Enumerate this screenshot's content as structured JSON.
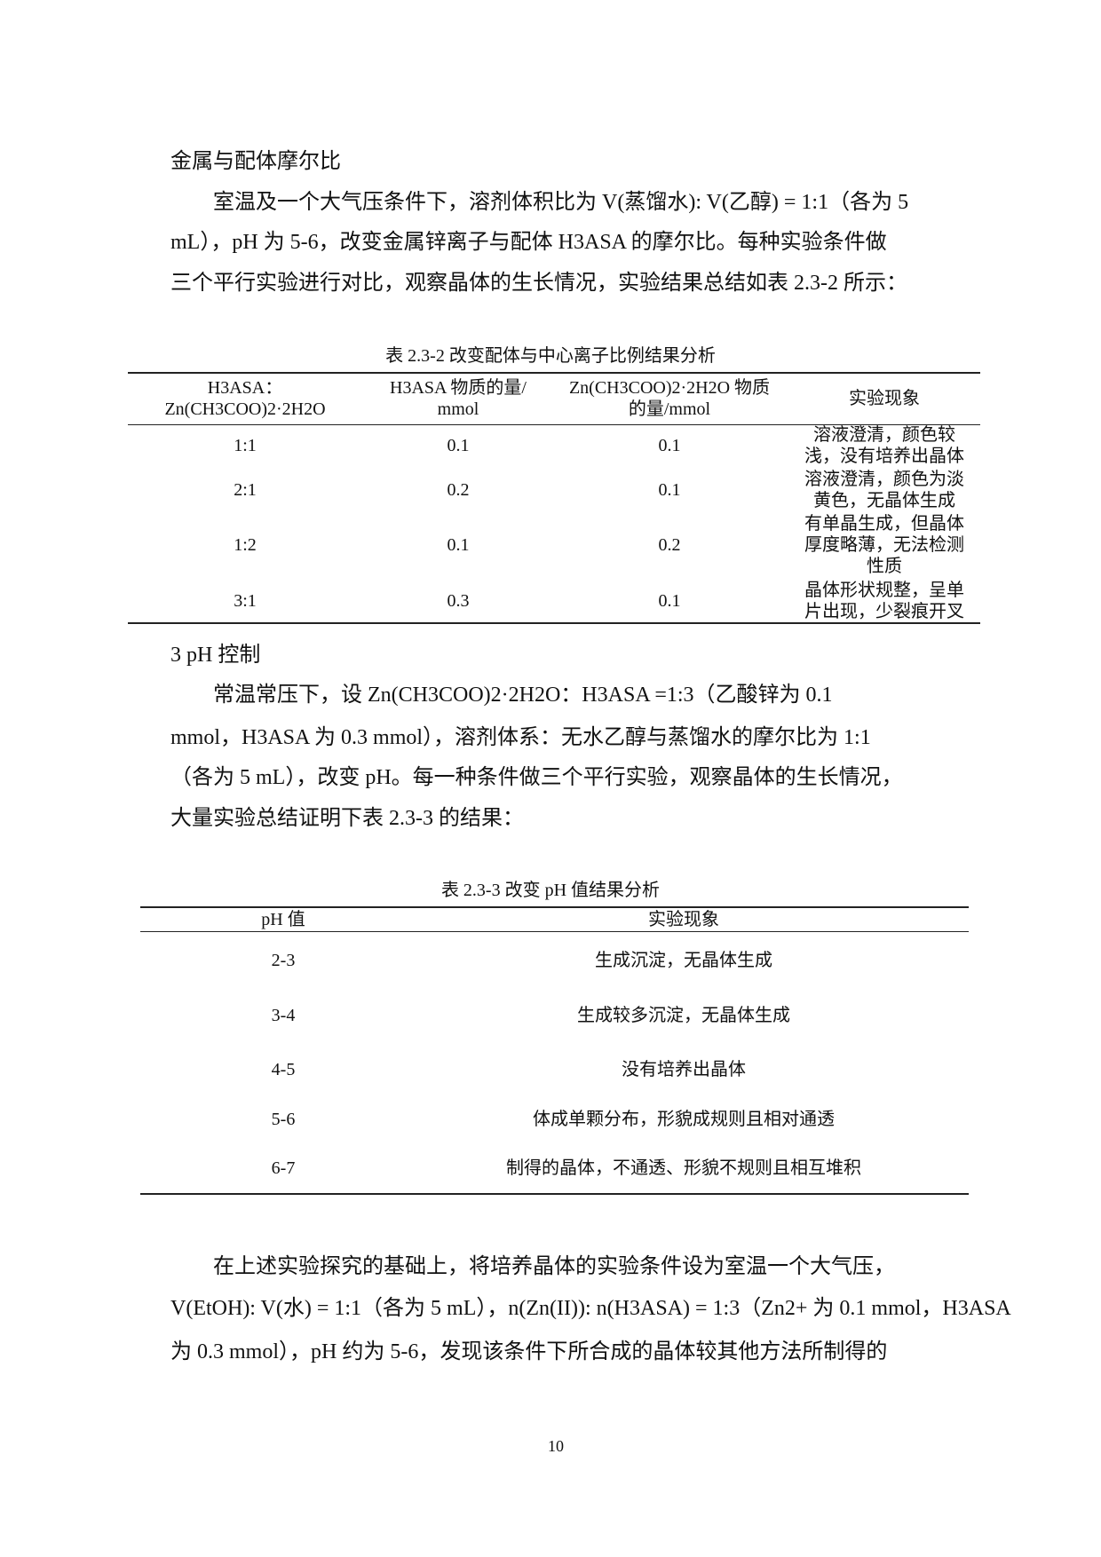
{
  "section_heading": "金属与配体摩尔比",
  "para1": [
    "室温及一个大气压条件下，溶剂体积比为 V(蒸馏水): V(乙醇) = 1:1（各为 5",
    "mL），pH 为 5-6，改变金属锌离子与配体 H3ASA 的摩尔比。每种实验条件做",
    "三个平行实验进行对比，观察晶体的生长情况，实验结果总结如表 2.3-2 所示："
  ],
  "table1": {
    "caption": "表 2.3-2 改变配体与中心离子比例结果分析",
    "headers": [
      [
        "H3ASA：",
        "Zn(CH3COO)2·2H2O"
      ],
      [
        "H3ASA 物质的量/",
        "mmol"
      ],
      [
        "Zn(CH3COO)2·2H2O 物质",
        "的量/mmol"
      ],
      [
        "实验现象"
      ]
    ],
    "rows": [
      {
        "ratio": "1:1",
        "h3asa": "0.1",
        "zn": "0.1",
        "result": [
          "溶液澄清，颜色较",
          "浅，没有培养出晶体"
        ]
      },
      {
        "ratio": "2:1",
        "h3asa": "0.2",
        "zn": "0.1",
        "result": [
          "溶液澄清，颜色为淡",
          "黄色，无晶体生成"
        ]
      },
      {
        "ratio": "1:2",
        "h3asa": "0.1",
        "zn": "0.2",
        "result": [
          "有单晶生成，但晶体",
          "厚度略薄，无法检测",
          "性质"
        ]
      },
      {
        "ratio": "3:1",
        "h3asa": "0.3",
        "zn": "0.1",
        "result": [
          "晶体形状规整，呈单",
          "片出现，少裂痕开叉"
        ]
      }
    ]
  },
  "section3_heading": "3   pH 控制",
  "para2": [
    "常温常压下，设 Zn(CH3COO)2·2H2O：H3ASA =1:3（乙酸锌为 0.1",
    "mmol，H3ASA 为 0.3 mmol），溶剂体系：无水乙醇与蒸馏水的摩尔比为 1:1",
    "（各为 5 mL），改变 pH。每一种条件做三个平行实验，观察晶体的生长情况，",
    "大量实验总结证明下表 2.3-3 的结果："
  ],
  "table2": {
    "caption": "表 2.3-3  改变 pH 值结果分析",
    "headers": [
      "pH 值",
      "实验现象"
    ],
    "rows": [
      [
        "2-3",
        "生成沉淀，无晶体生成"
      ],
      [
        "3-4",
        "生成较多沉淀，无晶体生成"
      ],
      [
        "4-5",
        "没有培养出晶体"
      ],
      [
        "5-6",
        "体成单颗分布，形貌成规则且相对通透"
      ],
      [
        "6-7",
        "制得的晶体，不通透、形貌不规则且相互堆积"
      ]
    ]
  },
  "para3": [
    "在上述实验探究的基础上，将培养晶体的实验条件设为室温一个大气压，",
    "V(EtOH): V(水) = 1:1（各为 5 mL），n(Zn(II)): n(H3ASA) = 1:3（Zn2+ 为 0.1 mmol，H3ASA",
    "为 0.3 mmol），pH 约为 5-6，发现该条件下所合成的晶体较其他方法所制得的"
  ],
  "page_number": "10"
}
